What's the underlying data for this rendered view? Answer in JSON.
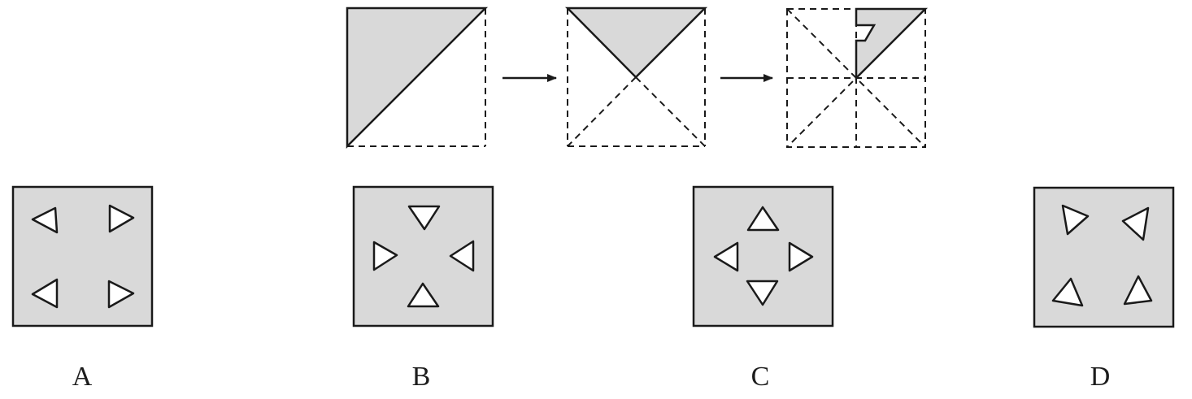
{
  "puzzle": {
    "options": [
      {
        "id": "A",
        "label": "A"
      },
      {
        "id": "B",
        "label": "B"
      },
      {
        "id": "C",
        "label": "C"
      },
      {
        "id": "D",
        "label": "D"
      }
    ]
  },
  "colors": {
    "paper_fill": "#d9d9d9",
    "line": "#1a1a1a",
    "hole_fill": "#ffffff"
  }
}
